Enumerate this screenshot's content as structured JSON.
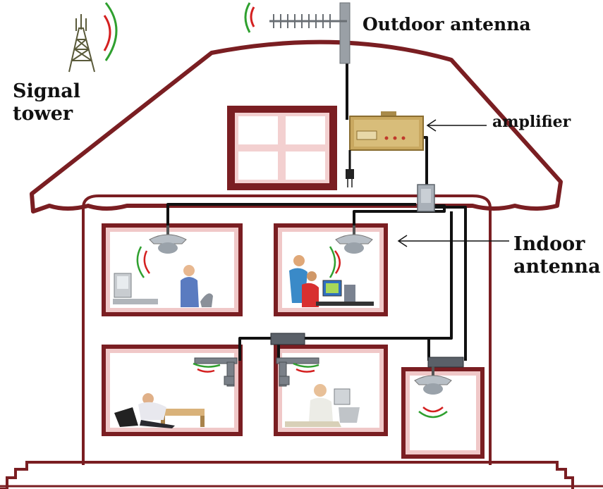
{
  "labels": {
    "signal_tower": [
      "Signal",
      "tower"
    ],
    "outdoor_antenna": "Outdoor antenna",
    "amplifier": "amplifier",
    "indoor_antenna": [
      "Indoor",
      "antenna"
    ]
  },
  "colors": {
    "frame": "#7a1e22",
    "frame_inner": "#f0c8c8",
    "cable": "#111111",
    "signal_red": "#d42020",
    "signal_green": "#2fa02f",
    "amplifier_body": "#c9a860"
  }
}
